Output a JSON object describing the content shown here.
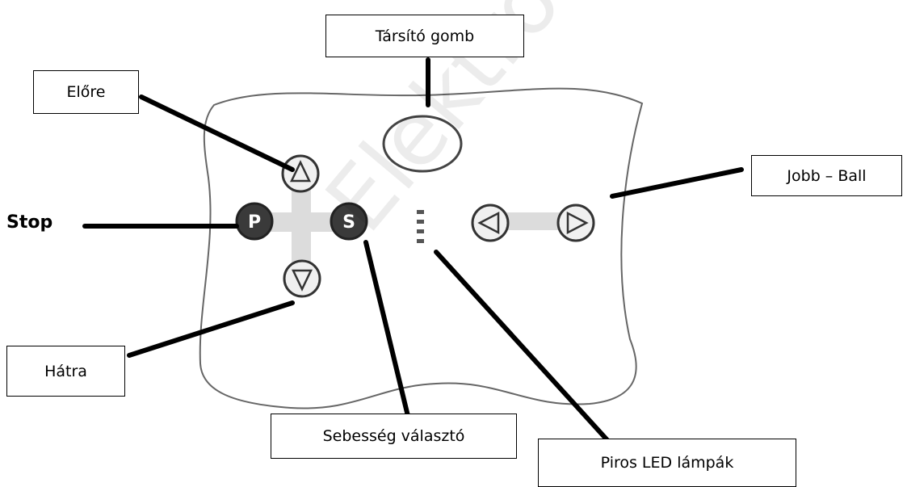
{
  "labels": {
    "pair_button": "Társító gomb",
    "forward": "Előre",
    "right_left": "Jobb – Ball",
    "stop": "Stop",
    "backward": "Hátra",
    "speed_selector": "Sebesség választó",
    "red_leds": "Piros LED lámpák"
  },
  "buttons": {
    "forward_glyph": "△",
    "backward_glyph": "▽",
    "stop_glyph": "P",
    "speed_glyph": "S",
    "left_glyph": "◁",
    "right_glyph": "▷"
  },
  "watermark": "Elektromos Kisautó",
  "colors": {
    "outline": "#555555",
    "button_fill": "#3a3a3a",
    "leader_line": "#000000"
  }
}
